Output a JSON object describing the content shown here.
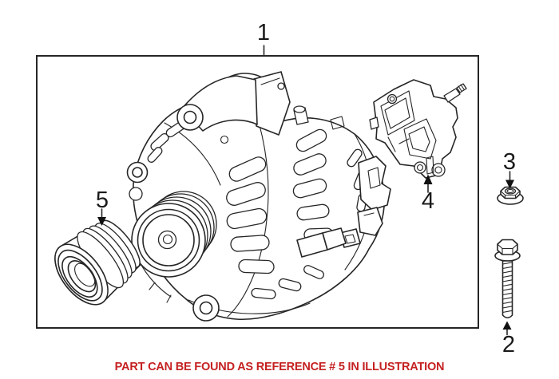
{
  "callouts": [
    {
      "label": "1",
      "part": "alternator-assembly"
    },
    {
      "label": "2",
      "part": "mounting-bolt"
    },
    {
      "label": "3",
      "part": "flange-nut"
    },
    {
      "label": "4",
      "part": "voltage-regulator"
    },
    {
      "label": "5",
      "part": "belt-pulley"
    }
  ],
  "footer": {
    "note": "PART CAN BE FOUND AS REFERENCE # 5 IN ILLUSTRATION"
  },
  "colors": {
    "line": "#262626",
    "arrow": "#111111",
    "note_red": "#c52020",
    "background": "#ffffff"
  },
  "icons": [
    "alternator-illustration",
    "pulley-illustration",
    "regulator-illustration",
    "nut-illustration",
    "bolt-illustration",
    "arrow-down-icon",
    "arrow-up-icon"
  ]
}
